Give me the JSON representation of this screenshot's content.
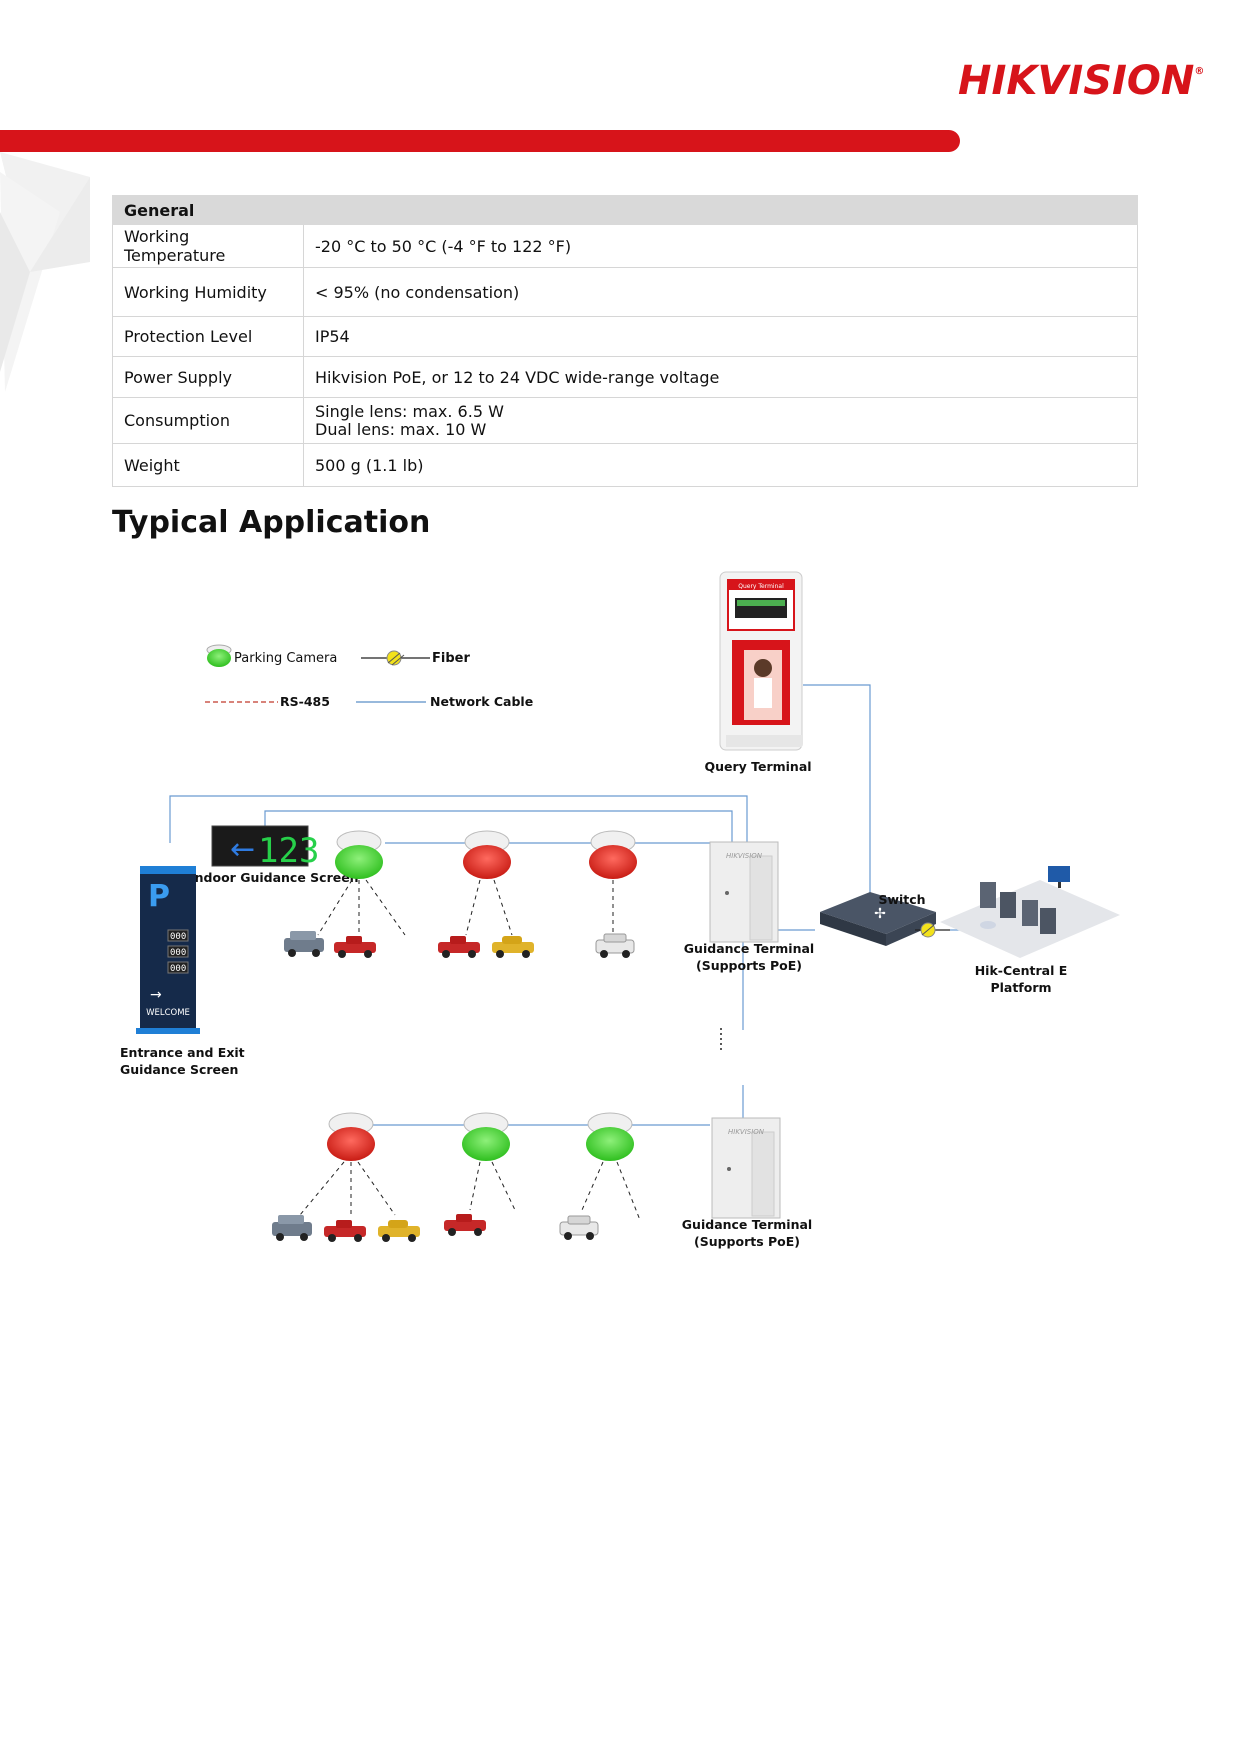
{
  "brand": {
    "logo_text": "HIKVISION",
    "logo_mark": "®",
    "accent_color": "#d7141a"
  },
  "spec_table": {
    "section": "General",
    "rows": [
      {
        "label": "Working Temperature",
        "values": [
          "-20 °C to 50 °C (-4 °F to 122 °F)"
        ]
      },
      {
        "label": "Working Humidity",
        "values": [
          "< 95% (no condensation)"
        ]
      },
      {
        "label": "Protection Level",
        "values": [
          "IP54"
        ]
      },
      {
        "label": "Power Supply",
        "values": [
          "Hikvision PoE, or 12 to 24 VDC wide-range voltage"
        ]
      },
      {
        "label": "Consumption",
        "values": [
          "Single lens: max. 6.5 W",
          "Dual lens: max. 10 W"
        ]
      },
      {
        "label": "Weight",
        "values": [
          "500 g (1.1 lb)"
        ]
      }
    ]
  },
  "typical_application": {
    "heading": "Typical Application",
    "legend": {
      "parking_camera": "Parking Camera",
      "fiber": "Fiber",
      "rs485": "RS-485",
      "network_cable": "Network Cable"
    },
    "labels": {
      "query_terminal": "Query Terminal",
      "query_terminal_screen_title": "Query Terminal",
      "indoor_guidance_screen": "Indoor Guidance Screen",
      "indoor_screen_digits": "123",
      "switch": "Switch",
      "guidance_terminal_1_line1": "Guidance Terminal",
      "guidance_terminal_1_line2": "(Supports PoE)",
      "guidance_terminal_2_line1": "Guidance Terminal",
      "guidance_terminal_2_line2": "(Supports PoE)",
      "platform_line1": "Hik-Central E",
      "platform_line2": "Platform",
      "entrance_line1": "Entrance and Exit",
      "entrance_line2": "Guidance Screen",
      "entrance_screen_welcome": "WELCOME",
      "entrance_screen_p": "P",
      "entrance_counts": [
        "000",
        "000",
        "000"
      ],
      "cabinet_brand": "HIKVISION"
    },
    "camera_status_colors": {
      "vacant": "#3ccf2e",
      "occupied": "#d9251d"
    },
    "row1_cameras": [
      "vacant",
      "occupied",
      "occupied"
    ],
    "row2_cameras": [
      "occupied",
      "vacant",
      "vacant"
    ]
  }
}
